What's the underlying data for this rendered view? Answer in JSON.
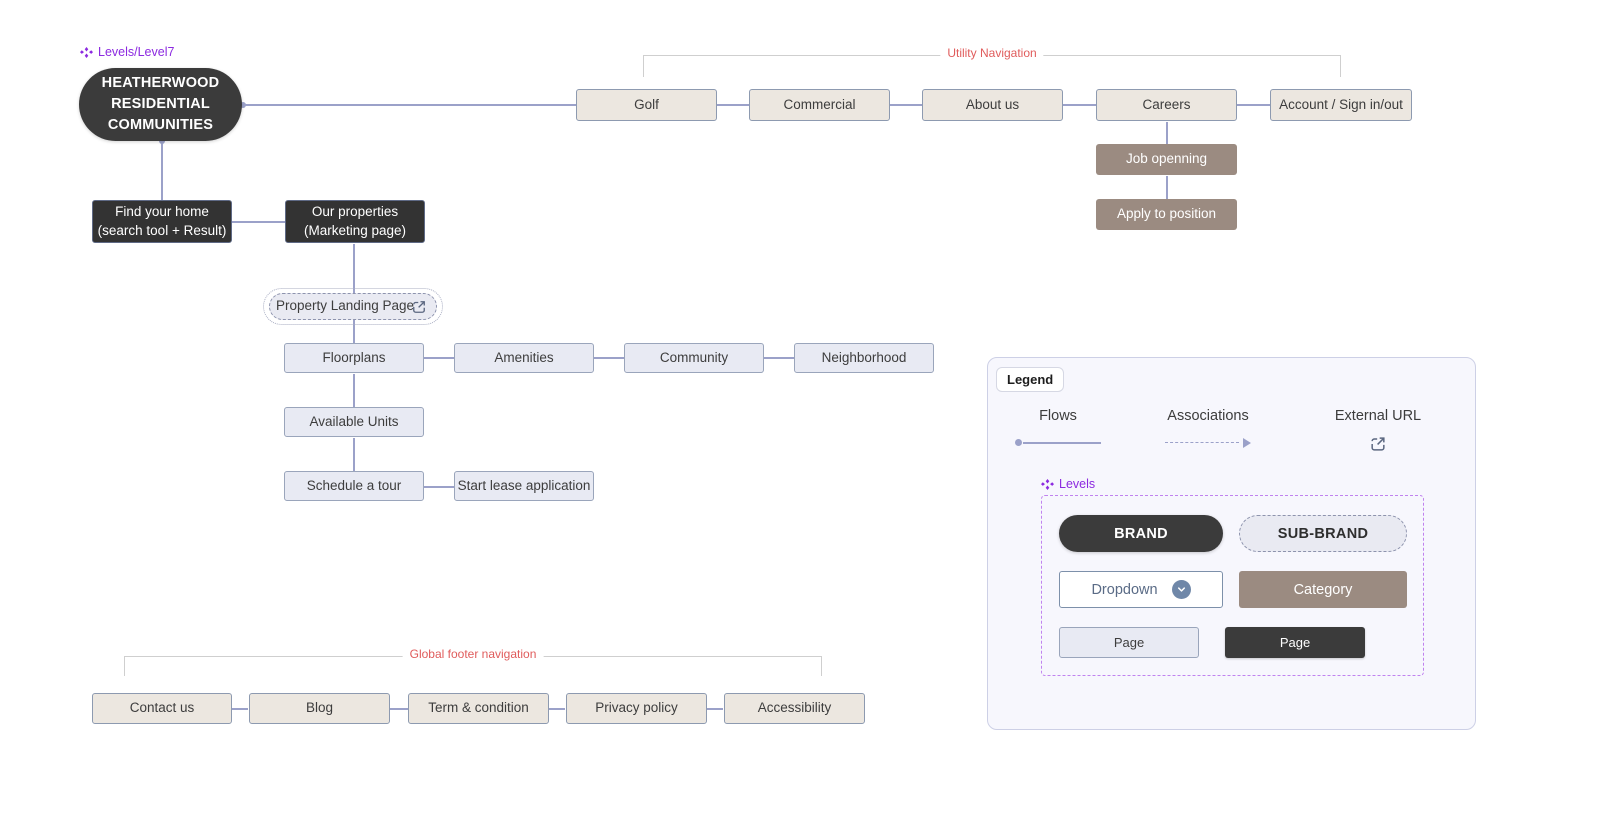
{
  "diagram": {
    "levels_tag": {
      "label": "Levels/Level7",
      "icon": "diamond-cluster-icon",
      "color": "#8c2ae0"
    },
    "brand": {
      "line1": "HEATHERWOOD",
      "line2": "RESIDENTIAL",
      "line3": "COMMUNITIES"
    },
    "utility_nav_bracket": {
      "label": "Utility Navigation",
      "color": "#e05c5c"
    },
    "footer_bracket": {
      "label": "Global footer navigation",
      "color": "#e05c5c"
    },
    "top_nav": [
      {
        "label": "Golf"
      },
      {
        "label": "Commercial"
      },
      {
        "label": "About us"
      },
      {
        "label": "Careers"
      },
      {
        "label": "Account / Sign in/out"
      }
    ],
    "careers_children": [
      {
        "label": "Job openning"
      },
      {
        "label": "Apply to position"
      }
    ],
    "left_dark_nodes": [
      {
        "line1": "Find your home",
        "line2": "(search tool + Result)"
      },
      {
        "line1": "Our properties",
        "line2": "(Marketing page)"
      }
    ],
    "property_landing": {
      "label": "Property Landing  Page",
      "icon": "external-url-icon"
    },
    "property_subnav": [
      {
        "label": "Floorplans"
      },
      {
        "label": "Amenities"
      },
      {
        "label": "Community"
      },
      {
        "label": "Neighborhood"
      }
    ],
    "floorplan_flow": [
      {
        "label": "Available Units"
      },
      {
        "label": "Schedule a tour"
      },
      {
        "label": "Start lease application"
      }
    ],
    "footer_nav": [
      {
        "label": "Contact us"
      },
      {
        "label": "Blog"
      },
      {
        "label": "Term & condition"
      },
      {
        "label": "Privacy policy"
      },
      {
        "label": "Accessibility"
      }
    ]
  },
  "legend": {
    "badge": "Legend",
    "columns": [
      {
        "title": "Flows",
        "icon": "flow-line-icon"
      },
      {
        "title": "Associations",
        "icon": "dashed-arrow-icon"
      },
      {
        "title": "External URL",
        "icon": "external-url-icon"
      }
    ],
    "levels_tag": {
      "label": "Levels",
      "icon": "diamond-cluster-icon"
    },
    "samples": {
      "brand": "BRAND",
      "sub_brand": "SUB-BRAND",
      "dropdown": "Dropdown",
      "category": "Category",
      "page_light": "Page",
      "page_dark": "Page"
    }
  },
  "colors": {
    "canvas": "#ffffff",
    "brand_dark": "#3b3b3b",
    "nav_beige": "#ece7e0",
    "category_tan": "#9b8b81",
    "page_lavender": "#e8eaf3",
    "connector": "#9ba1c9",
    "annotation_red": "#e05c5c",
    "levels_purple": "#8c2ae0",
    "legend_bg": "#f7f7fd"
  }
}
